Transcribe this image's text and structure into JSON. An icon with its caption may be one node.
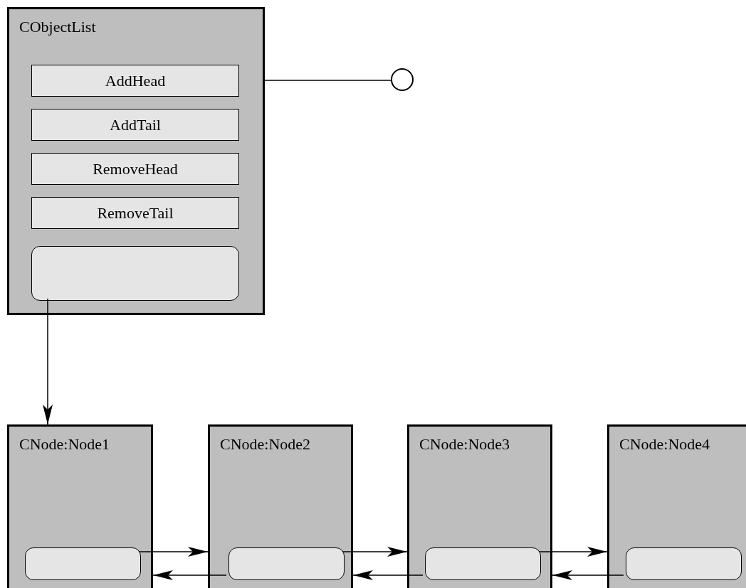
{
  "diagram": {
    "nodes": [
      {
        "text": [
          "CObjectList"
        ]
      },
      {
        "text": [
          "AddHead"
        ],
        "in": 0
      },
      {
        "text": [
          "AddTail"
        ],
        "in": 0
      },
      {
        "text": [
          "RemoveHead"
        ],
        "in": 0
      },
      {
        "text": [
          "RemoveTail"
        ],
        "in": 0
      },
      {
        "text": [],
        "shape": "box",
        "in": 0
      },
      {
        "text": [],
        "shape": "circle"
      },
      {
        "text": [
          "CNode:Node1"
        ]
      },
      {
        "text": [],
        "shape": "box",
        "in": 7
      },
      {
        "text": [
          "CNode:Node2"
        ]
      },
      {
        "text": [],
        "shape": "box",
        "in": 9
      },
      {
        "text": [
          "CNode:Node3"
        ]
      },
      {
        "text": [],
        "shape": "box",
        "in": 11
      },
      {
        "text": [
          "CNode:Node4"
        ]
      },
      {
        "text": [],
        "shape": "box",
        "in": 13
      }
    ],
    "edges": [
      {
        "from": 0,
        "to": 6,
        "arrow": "none"
      },
      {
        "from": 5,
        "to": 7,
        "arrow": "to"
      },
      {
        "from": 8,
        "to": 9,
        "arrow": "to"
      },
      {
        "from": 10,
        "to": 7,
        "arrow": "to"
      },
      {
        "from": 10,
        "to": 11,
        "arrow": "to"
      },
      {
        "from": 12,
        "to": 9,
        "arrow": "to"
      },
      {
        "from": 12,
        "to": 13,
        "arrow": "to"
      },
      {
        "from": 14,
        "to": 11,
        "arrow": "to"
      }
    ]
  }
}
